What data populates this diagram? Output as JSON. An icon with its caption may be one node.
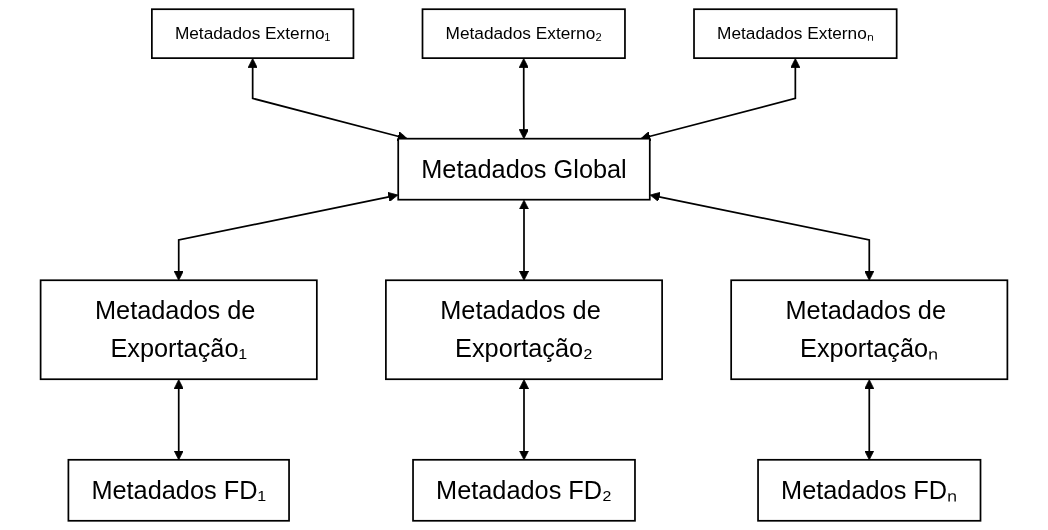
{
  "diagram": {
    "nodes": [
      {
        "text": [
          "Metadados Externo₁"
        ]
      },
      {
        "text": [
          "Metadados Externo₂"
        ]
      },
      {
        "text": [
          "Metadados Externoₙ"
        ]
      },
      {
        "text": [
          "Metadados Global"
        ]
      },
      {
        "text": [
          "Metadados de Exportação₁"
        ]
      },
      {
        "text": [
          "Metadados de Exportação₂"
        ]
      },
      {
        "text": [
          "Metadados de Exportaçãoₙ"
        ]
      },
      {
        "text": [
          "Metadados FD₁"
        ]
      },
      {
        "text": [
          "Metadados FD₂"
        ]
      },
      {
        "text": [
          "Metadados FDₙ"
        ]
      }
    ],
    "edges": [
      {
        "from": 0,
        "to": 3,
        "arrow": "both"
      },
      {
        "from": 1,
        "to": 3,
        "arrow": "both"
      },
      {
        "from": 2,
        "to": 3,
        "arrow": "both"
      },
      {
        "from": 3,
        "to": 4,
        "arrow": "both"
      },
      {
        "from": 3,
        "to": 5,
        "arrow": "both"
      },
      {
        "from": 3,
        "to": 6,
        "arrow": "both"
      },
      {
        "from": 4,
        "to": 7,
        "arrow": "both"
      },
      {
        "from": 5,
        "to": 8,
        "arrow": "both"
      },
      {
        "from": 6,
        "to": 9,
        "arrow": "both"
      }
    ]
  }
}
